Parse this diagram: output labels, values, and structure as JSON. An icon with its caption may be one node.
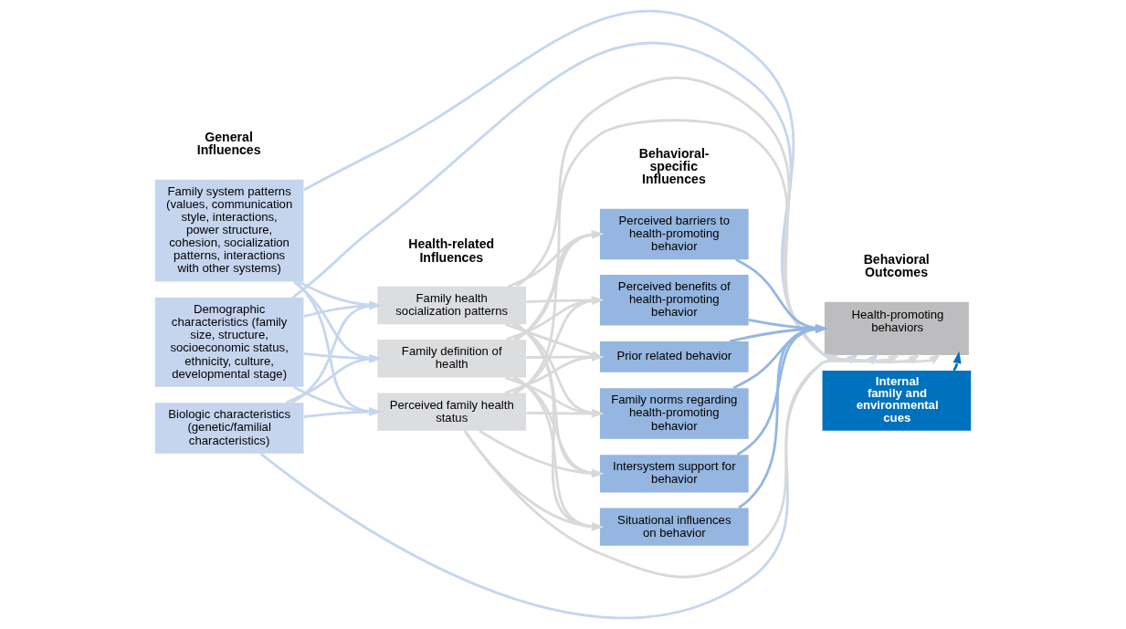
{
  "diagram": {
    "nodes": [
      {
        "text": [
          "Family system patterns (values, communication style, interactions, power structure, cohesion, socialization patterns, interactions with other systems)"
        ]
      },
      {
        "text": [
          "Demographic characteristics (family size, structure, socioeconomic status, ethnicity, culture, developmental stage)"
        ]
      },
      {
        "text": [
          "Biologic characteristics (genetic/familial characteristics)"
        ]
      },
      {
        "text": [
          "Family health socialization patterns"
        ]
      },
      {
        "text": [
          "Family definition of health"
        ]
      },
      {
        "text": [
          "Perceived family health status"
        ]
      },
      {
        "text": [
          "Perceived barriers to health-promoting behavior"
        ]
      },
      {
        "text": [
          "Perceived benefits of health-promoting behavior"
        ]
      },
      {
        "text": [
          "Prior related behavior"
        ]
      },
      {
        "text": [
          "Family norms regarding health-promoting behavior"
        ]
      },
      {
        "text": [
          "Intersystem support for behavior"
        ]
      },
      {
        "text": [
          "Situational influences on behavior"
        ]
      },
      {
        "text": [
          "Health-promoting behaviors"
        ]
      },
      {
        "text": [
          "Internal family and environmental cues"
        ]
      }
    ],
    "edges": [
      {
        "from": 0,
        "to": 3,
        "arrow": "to",
        "color": "#c6d6ee"
      },
      {
        "from": 0,
        "to": 4,
        "arrow": "to",
        "color": "#c6d6ee"
      },
      {
        "from": 0,
        "to": 5,
        "arrow": "to",
        "color": "#c6d6ee"
      },
      {
        "from": 1,
        "to": 3,
        "arrow": "to",
        "color": "#c6d6ee"
      },
      {
        "from": 1,
        "to": 4,
        "arrow": "to",
        "color": "#c6d6ee"
      },
      {
        "from": 1,
        "to": 5,
        "arrow": "to",
        "color": "#c6d6ee"
      },
      {
        "from": 2,
        "to": 3,
        "arrow": "to",
        "color": "#c6d6ee"
      },
      {
        "from": 2,
        "to": 4,
        "arrow": "to",
        "color": "#c6d6ee"
      },
      {
        "from": 2,
        "to": 5,
        "arrow": "to",
        "color": "#c6d6ee"
      },
      {
        "from": 0,
        "to": 12,
        "arrow": "to",
        "color": "#c6d6ee"
      },
      {
        "from": 1,
        "to": 12,
        "arrow": "to",
        "color": "#c6d6ee"
      },
      {
        "from": 2,
        "to": 12,
        "arrow": "to",
        "color": "#c6d6ee"
      },
      {
        "from": 3,
        "to": 6,
        "arrow": "to"
      },
      {
        "from": 3,
        "to": 7,
        "arrow": "to"
      },
      {
        "from": 3,
        "to": 8,
        "arrow": "to"
      },
      {
        "from": 3,
        "to": 9,
        "arrow": "to"
      },
      {
        "from": 3,
        "to": 10,
        "arrow": "to"
      },
      {
        "from": 3,
        "to": 11,
        "arrow": "to"
      },
      {
        "from": 4,
        "to": 6,
        "arrow": "to"
      },
      {
        "from": 4,
        "to": 7,
        "arrow": "to"
      },
      {
        "from": 4,
        "to": 8,
        "arrow": "to"
      },
      {
        "from": 4,
        "to": 9,
        "arrow": "to"
      },
      {
        "from": 4,
        "to": 10,
        "arrow": "to"
      },
      {
        "from": 4,
        "to": 11,
        "arrow": "to"
      },
      {
        "from": 5,
        "to": 6,
        "arrow": "to"
      },
      {
        "from": 5,
        "to": 7,
        "arrow": "to"
      },
      {
        "from": 5,
        "to": 8,
        "arrow": "to"
      },
      {
        "from": 5,
        "to": 9,
        "arrow": "to"
      },
      {
        "from": 5,
        "to": 10,
        "arrow": "to"
      },
      {
        "from": 5,
        "to": 11,
        "arrow": "to"
      },
      {
        "from": 3,
        "to": 12,
        "arrow": "to"
      },
      {
        "from": 4,
        "to": 12,
        "arrow": "to"
      },
      {
        "from": 5,
        "to": 12,
        "arrow": "to"
      },
      {
        "from": 6,
        "to": 12,
        "arrow": "to",
        "color": "#94b6e0"
      },
      {
        "from": 7,
        "to": 12,
        "arrow": "to",
        "color": "#94b6e0"
      },
      {
        "from": 8,
        "to": 12,
        "arrow": "to",
        "color": "#94b6e0"
      },
      {
        "from": 9,
        "to": 12,
        "arrow": "to",
        "color": "#94b6e0"
      },
      {
        "from": 10,
        "to": 12,
        "arrow": "to",
        "color": "#94b6e0"
      },
      {
        "from": 11,
        "to": 12,
        "arrow": "to",
        "color": "#94b6e0"
      },
      {
        "from": 13,
        "to": 12,
        "arrow": "to",
        "color": "#0071bc"
      }
    ],
    "labels": [
      "General Influences",
      "Health-related Influences",
      "Behavioral-specific Influences",
      "Behavioral Outcomes"
    ]
  }
}
